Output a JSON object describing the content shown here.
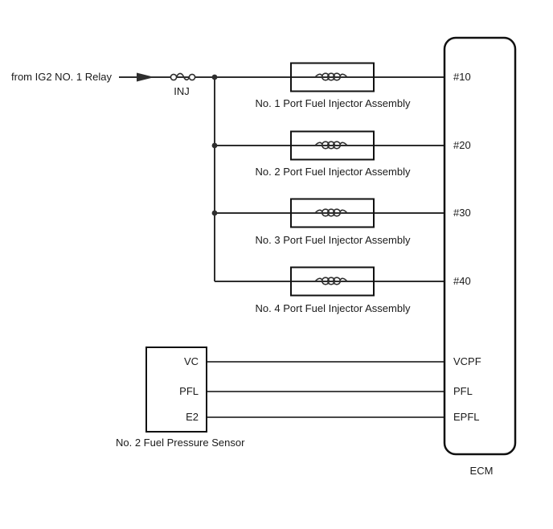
{
  "diagram": {
    "source_label": "from IG2 NO. 1 Relay",
    "fuse_label": "INJ",
    "injectors": [
      {
        "label": "No. 1 Port Fuel Injector Assembly",
        "ecm_pin": "#10"
      },
      {
        "label": "No. 2 Port Fuel Injector Assembly",
        "ecm_pin": "#20"
      },
      {
        "label": "No. 3 Port Fuel Injector Assembly",
        "ecm_pin": "#30"
      },
      {
        "label": "No. 4 Port Fuel Injector Assembly",
        "ecm_pin": "#40"
      }
    ],
    "sensor": {
      "title": "No. 2 Fuel Pressure Sensor",
      "pins": [
        "VC",
        "PFL",
        "E2"
      ]
    },
    "ecm": {
      "title": "ECM",
      "sensor_pins": [
        "VCPF",
        "PFL",
        "EPFL"
      ]
    },
    "colors": {
      "wire": "#2e2e2e",
      "text": "#1a1a1a",
      "background": "#ffffff"
    }
  }
}
